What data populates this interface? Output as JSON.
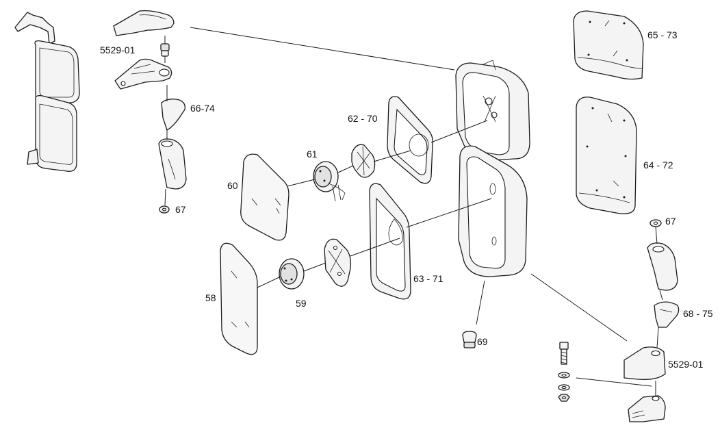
{
  "labels": {
    "l_5529_01_top": "5529-01",
    "l_66_74": "66-74",
    "l_67_left": "67",
    "l_60": "60",
    "l_61": "61",
    "l_62_70": "62 - 70",
    "l_58": "58",
    "l_59": "59",
    "l_63_71": "63 - 71",
    "l_69": "69",
    "l_65_73": "65 - 73",
    "l_64_72": "64 - 72",
    "l_67_right": "67",
    "l_68_75": "68 - 75",
    "l_5529_01_bottom": "5529-01"
  }
}
